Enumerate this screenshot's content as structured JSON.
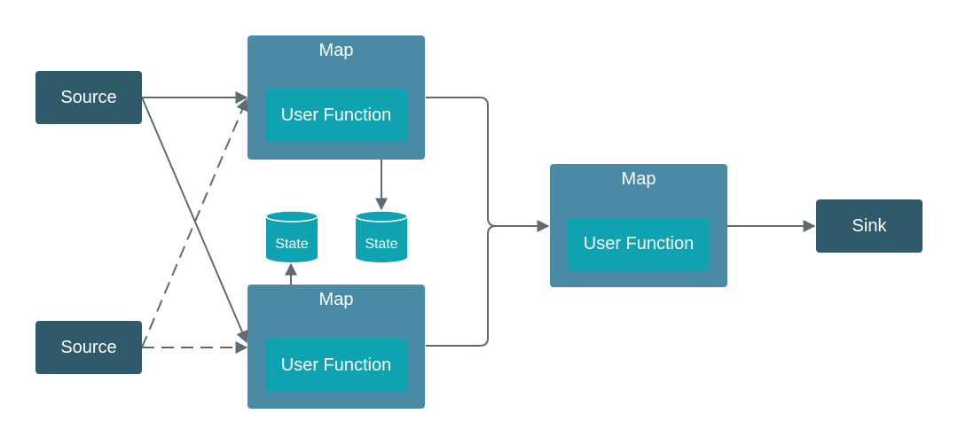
{
  "nodes": {
    "source_top": {
      "label": "Source"
    },
    "source_bottom": {
      "label": "Source"
    },
    "map_top": {
      "title": "Map",
      "function": "User Function"
    },
    "map_bottom": {
      "title": "Map",
      "function": "User Function"
    },
    "map_right": {
      "title": "Map",
      "function": "User Function"
    },
    "sink": {
      "label": "Sink"
    },
    "state_left": {
      "label": "State"
    },
    "state_right": {
      "label": "State"
    }
  },
  "colors": {
    "node_dark": "#2f5a6a",
    "map_container": "#4a8aa5",
    "user_function": "#0fa3b1",
    "edge": "#5f6b73"
  }
}
